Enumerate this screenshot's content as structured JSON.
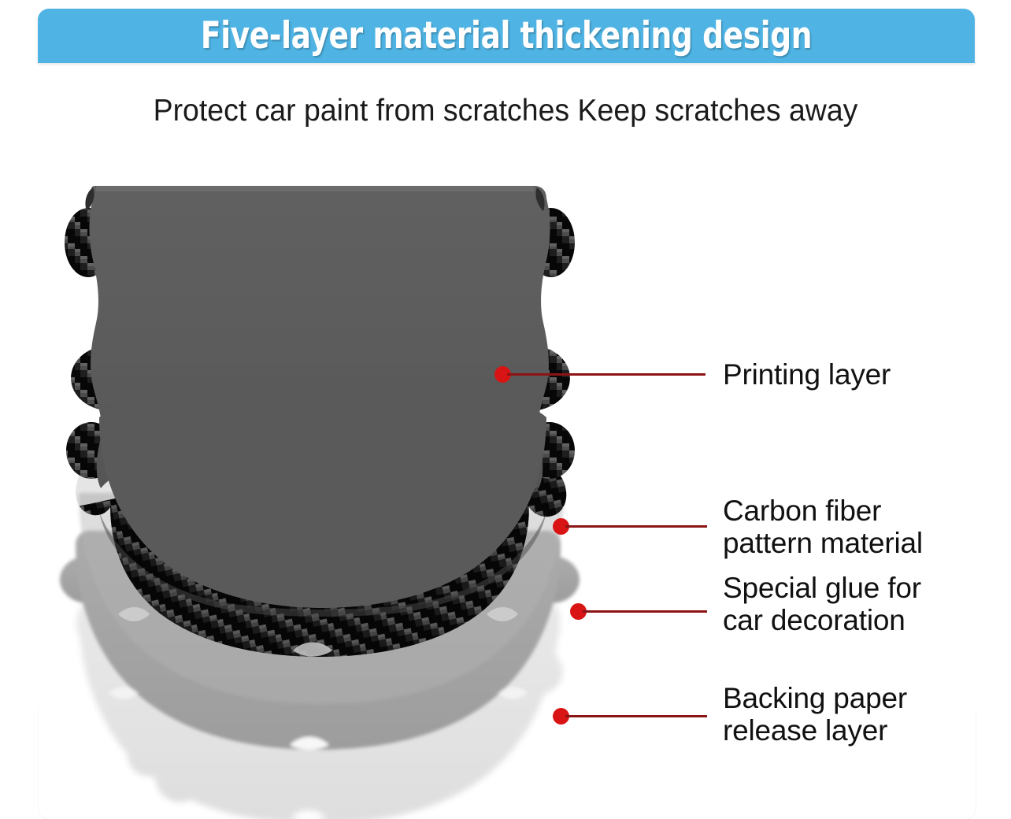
{
  "banner": {
    "title": "Five-layer material thickening design",
    "background_color": "#4fb4e4",
    "text_color": "#ffffff"
  },
  "subtitle": {
    "text": "Protect car paint from scratches Keep scratches away",
    "color": "#1b1b1b"
  },
  "product": {
    "description": "Exploded view of a car door handle bowl protector sticker showing five stacked material layers",
    "layers": [
      {
        "id": "printing-layer",
        "label": "Printing layer",
        "color": "#5e5e5e"
      },
      {
        "id": "carbon-fiber-layer",
        "label": "Carbon fiber pattern material",
        "color": "#1a1a1a"
      },
      {
        "id": "glue-layer",
        "label": "Special glue for car decoration",
        "color": "#a8a8a8"
      },
      {
        "id": "backing-paper-layer",
        "label": "Backing paper release layer",
        "color": "#e3e3e3"
      }
    ]
  },
  "callouts": [
    {
      "id": "printing-layer",
      "label": "Printing layer",
      "dot_color": "#d81414",
      "line_color": "#8d1414"
    },
    {
      "id": "carbon-fiber-layer",
      "label": "Carbon fiber\npattern material",
      "dot_color": "#d81414",
      "line_color": "#8d1414"
    },
    {
      "id": "glue-layer",
      "label": "Special glue for\ncar decoration",
      "dot_color": "#d81414",
      "line_color": "#8d1414"
    },
    {
      "id": "backing-paper-layer",
      "label": "Backing paper\nrelease layer",
      "dot_color": "#d81414",
      "line_color": "#8d1414"
    }
  ]
}
